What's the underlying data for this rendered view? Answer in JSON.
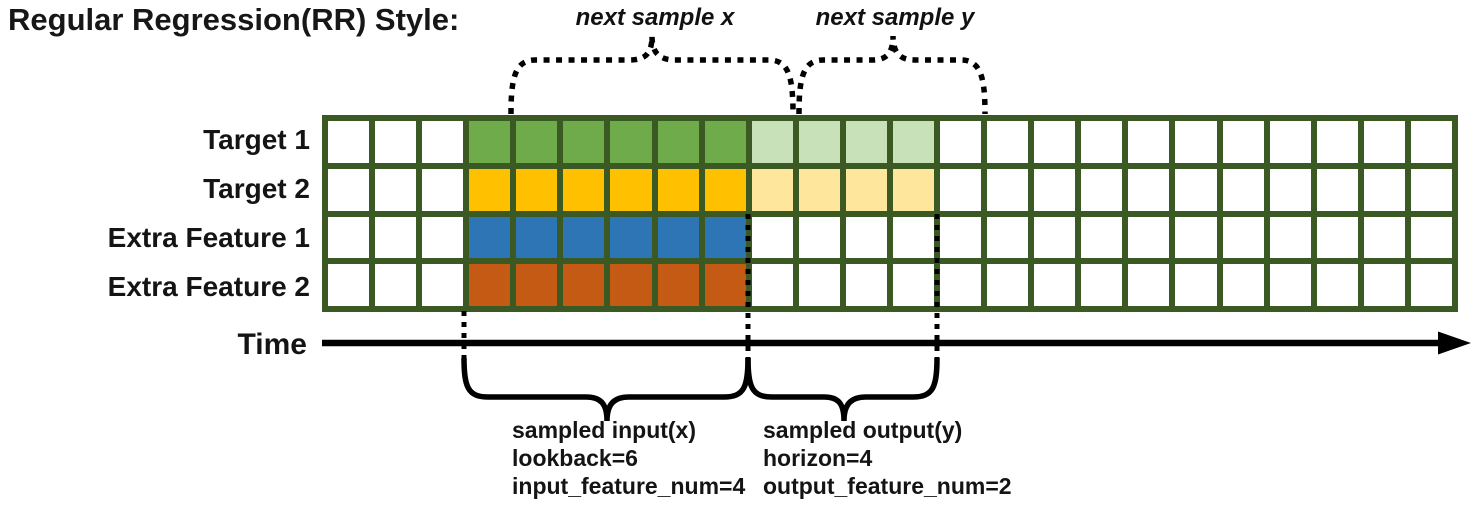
{
  "title": "Regular Regression(RR) Style:",
  "top_annotations": {
    "next_sample_x": "next sample x",
    "next_sample_y": "next sample y"
  },
  "time_axis": {
    "label": "Time"
  },
  "notes": {
    "input": {
      "line1": "sampled input(x)",
      "line2": "lookback=6",
      "line3": "input_feature_num=4"
    },
    "output": {
      "line1": "sampled output(y)",
      "line2": "horizon=4",
      "line3": "output_feature_num=2"
    }
  },
  "grid": {
    "columns": 24,
    "solid_col_start": 3,
    "solid_col_end": 8,
    "light_col_start": 9,
    "light_col_end": 12,
    "border_color": "#3b5a23",
    "cell_background": "#ffffff",
    "rows": [
      {
        "label": "Target 1",
        "solid_color": "#6fab4b",
        "light_color": "#c9e1b8"
      },
      {
        "label": "Target 2",
        "solid_color": "#ffc000",
        "light_color": "#ffe69d"
      },
      {
        "label": "Extra Feature 1",
        "solid_color": "#2e75b6",
        "light_color": null
      },
      {
        "label": "Extra Feature 2",
        "solid_color": "#c45a13",
        "light_color": null
      }
    ]
  },
  "colors": {
    "annotation": "#000000",
    "text": "#141414"
  }
}
